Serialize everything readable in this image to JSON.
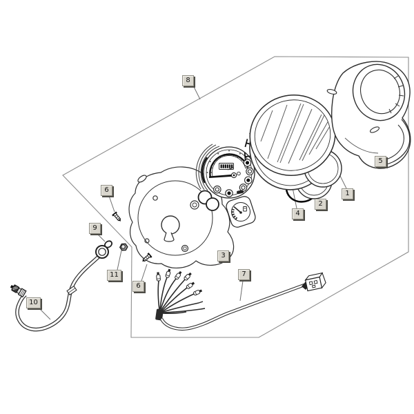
{
  "diagram": {
    "callouts": [
      {
        "id": "frame-outline",
        "label": "8"
      },
      {
        "id": "cover-housing",
        "label": "5"
      },
      {
        "id": "lens-glass",
        "label": "1"
      },
      {
        "id": "gasket-ring",
        "label": "2"
      },
      {
        "id": "mounting-ring",
        "label": "4"
      },
      {
        "id": "back-cover",
        "label": "3"
      },
      {
        "id": "screw-upper",
        "label": "6"
      },
      {
        "id": "screw-lower",
        "label": "6"
      },
      {
        "id": "o-ring",
        "label": "9"
      },
      {
        "id": "ring-nut",
        "label": "11"
      },
      {
        "id": "drive-cable",
        "label": "10"
      },
      {
        "id": "wiring-harness",
        "label": "7"
      }
    ],
    "colors": {
      "background": "#ffffff",
      "line_dark": "#2f2f2f",
      "line_heavy": "#0a0a0a",
      "frame": "#8d8d8d",
      "leader": "#6e6e6e",
      "callout_bg": "#d9d6cd",
      "callout_border": "#8f8d83",
      "callout_shadow": "#4c4b45",
      "callout_text": "#141414"
    }
  }
}
